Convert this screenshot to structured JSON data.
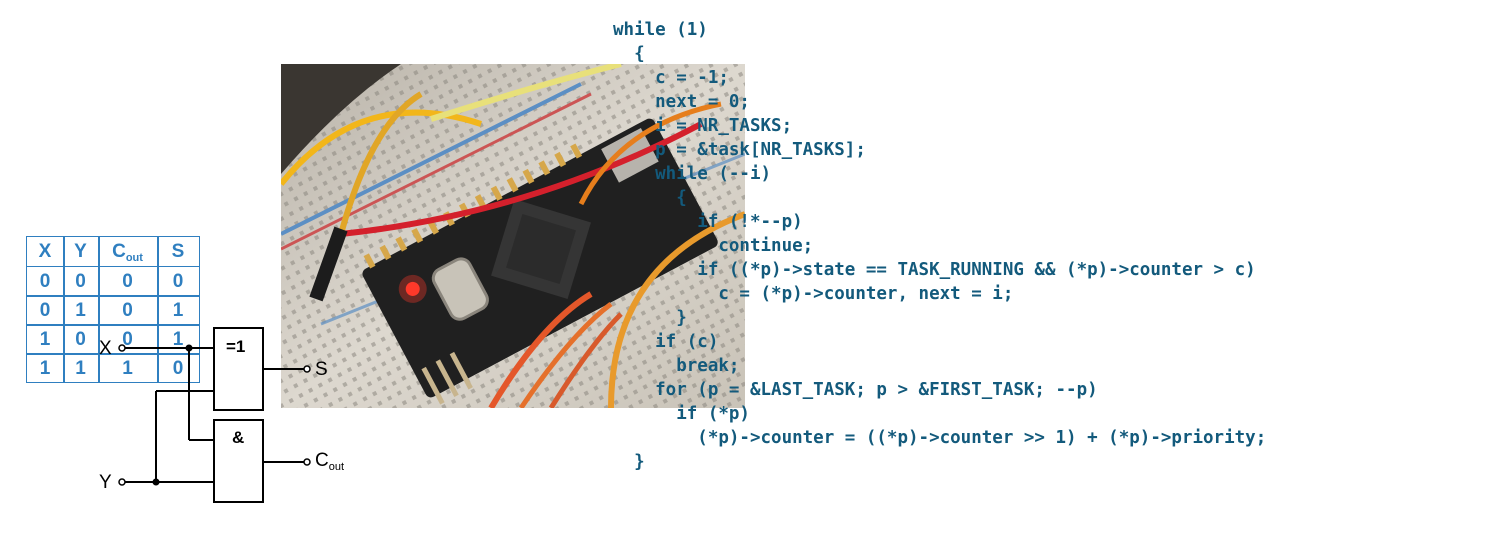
{
  "truth_table": {
    "headers": [
      "X",
      "Y",
      "C",
      "out",
      "S"
    ],
    "rows": [
      [
        "0",
        "0",
        "0",
        "0"
      ],
      [
        "0",
        "1",
        "0",
        "1"
      ],
      [
        "1",
        "0",
        "0",
        "1"
      ],
      [
        "1",
        "1",
        "1",
        "0"
      ]
    ]
  },
  "circuit": {
    "input_x": "X",
    "input_y": "Y",
    "xor_gate": "=1",
    "and_gate": "&",
    "output_s": "S",
    "output_c": "C",
    "output_c_sub": "out"
  },
  "code_lines": [
    "while (1)",
    "  {",
    "    c = -1;",
    "    next = 0;",
    "    i = NR_TASKS;",
    "    p = &task[NR_TASKS];",
    "    while (--i)",
    "      {",
    "        if (!*--p)",
    "          continue;",
    "        if ((*p)->state == TASK_RUNNING && (*p)->counter > c)",
    "          c = (*p)->counter, next = i;",
    "      }",
    "    if (c)",
    "      break;",
    "    for (p = &LAST_TASK; p > &FIRST_TASK; --p)",
    "      if (*p)",
    "        (*p)->counter = ((*p)->counter >> 1) + (*p)->priority;",
    "  }"
  ]
}
